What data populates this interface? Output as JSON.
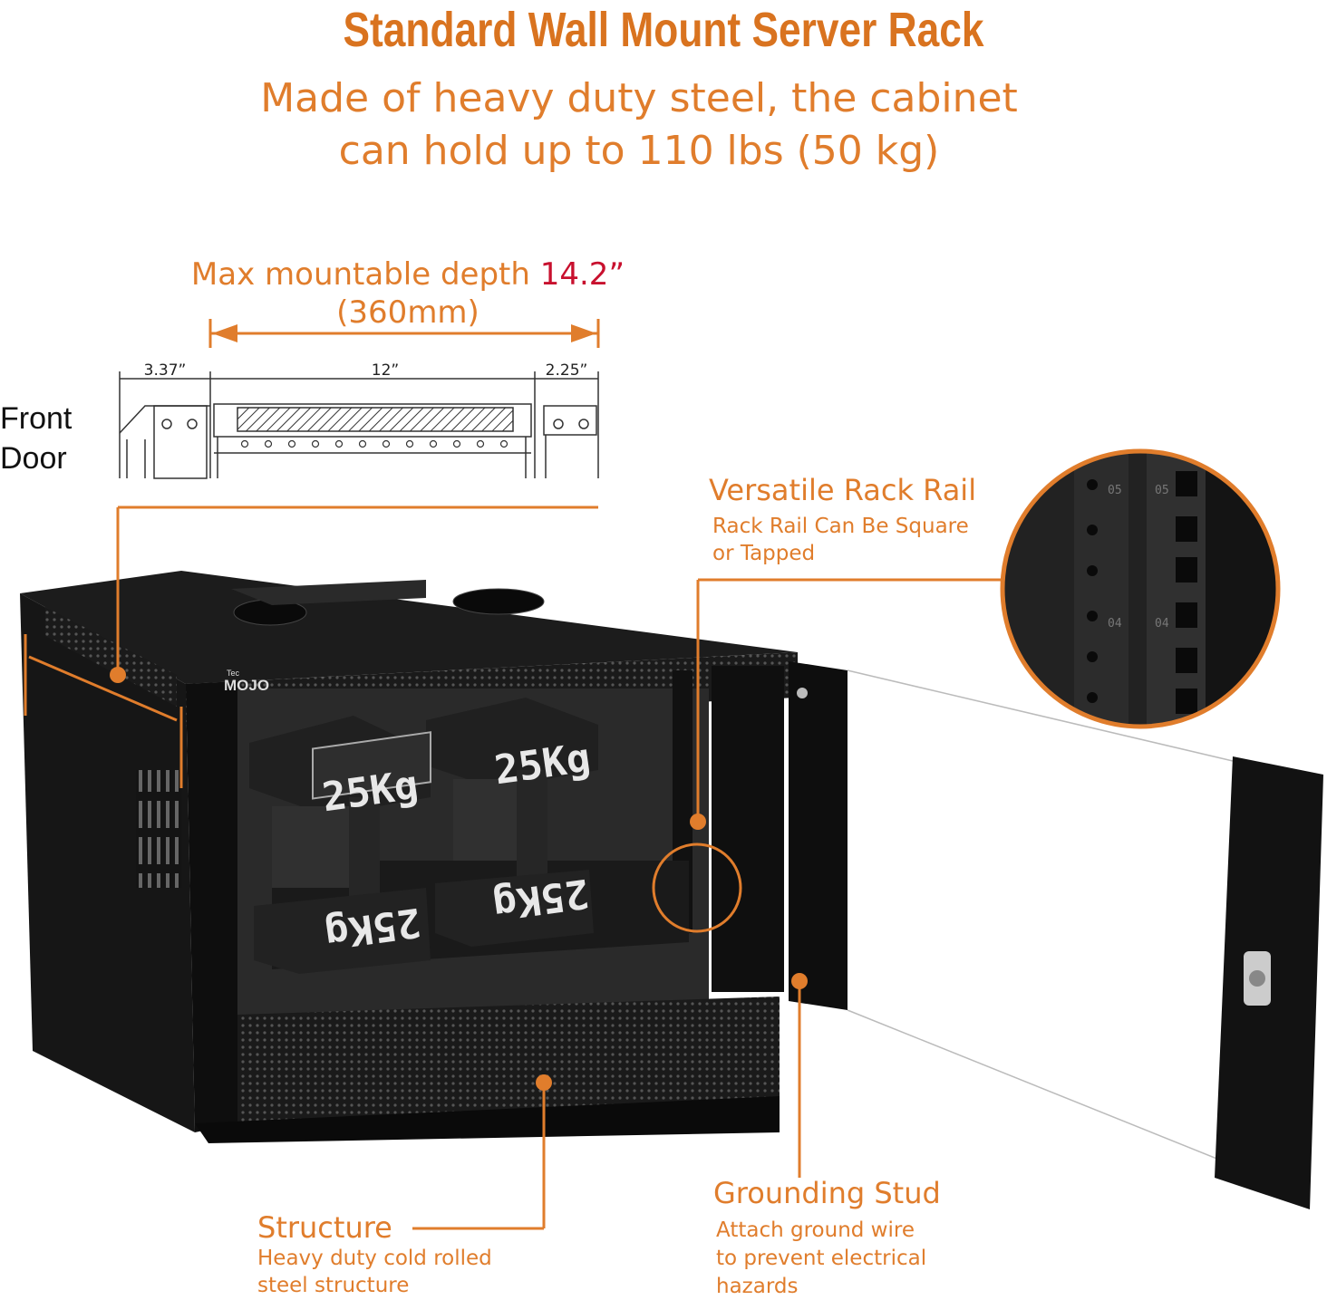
{
  "title": "Standard Wall Mount Server Rack",
  "subtitle_line1": "Made of heavy duty steel, the cabinet",
  "subtitle_line2": "can hold up to 110 lbs (50 kg)",
  "depth": {
    "label_prefix": "Max mountable depth ",
    "value": "14.2”",
    "metric": "(360mm)"
  },
  "dimensions": {
    "left": "3.37”",
    "middle": "12”",
    "right": "2.25”"
  },
  "front_door": {
    "line1": "Front",
    "line2": "Door"
  },
  "weights": [
    "25Kg",
    "25Kg",
    "25Kg",
    "25Kg"
  ],
  "brand": "MOJO",
  "brand_small": "Tec",
  "rail_numbers": [
    "05",
    "04"
  ],
  "callouts": {
    "rack_rail": {
      "heading": "Versatile Rack Rail",
      "line1": "Rack Rail Can Be Square",
      "line2": "or Tapped"
    },
    "grounding": {
      "heading": "Grounding Stud",
      "line1": "Attach ground wire",
      "line2": "to prevent electrical",
      "line3": "hazards"
    },
    "structure": {
      "heading": "Structure",
      "line1": "Heavy duty cold rolled",
      "line2": "steel structure"
    }
  },
  "colors": {
    "accent": "#e07d2c",
    "highlight": "#c8102e",
    "rack": "#111111"
  }
}
